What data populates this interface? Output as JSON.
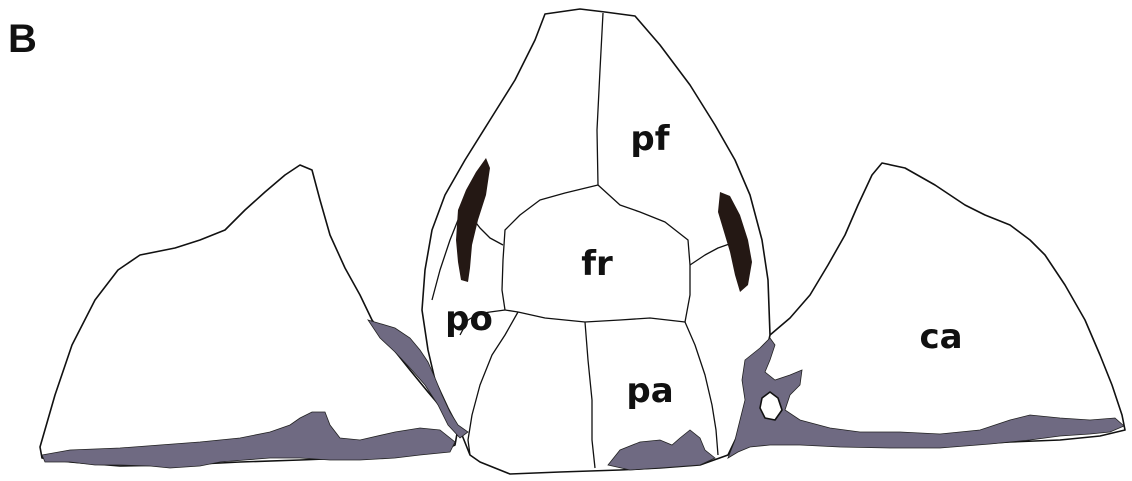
{
  "panel": {
    "letter": "B"
  },
  "labels": {
    "pf": "pf",
    "fr": "fr",
    "po": "po",
    "pa": "pa",
    "ca": "ca"
  },
  "colors": {
    "bone_fill": "#ffffff",
    "outline": "#111111",
    "matrix": "#6f6a82",
    "orbit_mark": "#241814"
  }
}
